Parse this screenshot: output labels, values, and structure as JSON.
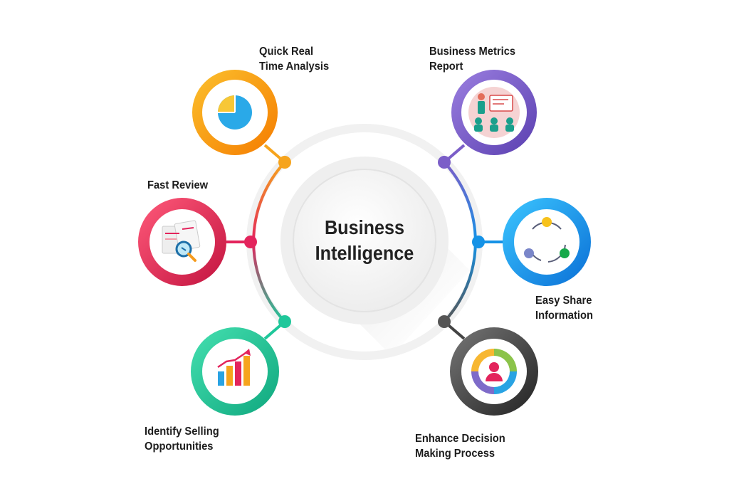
{
  "center": {
    "line1": "Business",
    "line2": "Intelligence"
  },
  "items": [
    {
      "id": "quick-real-time-analysis",
      "line1": "Quick Real",
      "line2": "Time Analysis",
      "color": "#f6a41d",
      "icon": "pie-chart-icon"
    },
    {
      "id": "business-metrics-report",
      "line1": "Business Metrics",
      "line2": "Report",
      "color": "#7b5ec8",
      "icon": "presentation-icon"
    },
    {
      "id": "fast-review",
      "line1": "Fast Review",
      "line2": "",
      "color": "#e3245c",
      "icon": "document-magnifier-icon"
    },
    {
      "id": "easy-share-information",
      "line1": "Easy Share",
      "line2": "Information",
      "color": "#1592e6",
      "icon": "share-cycle-icon"
    },
    {
      "id": "identify-selling-opportunities",
      "line1": "Identify Selling",
      "line2": "Opportunities",
      "color": "#1fc79a",
      "icon": "growth-bar-chart-icon"
    },
    {
      "id": "enhance-decision-making-process",
      "line1": "Enhance Decision",
      "line2": "Making Process",
      "color": "#444444",
      "icon": "user-target-icon"
    }
  ]
}
